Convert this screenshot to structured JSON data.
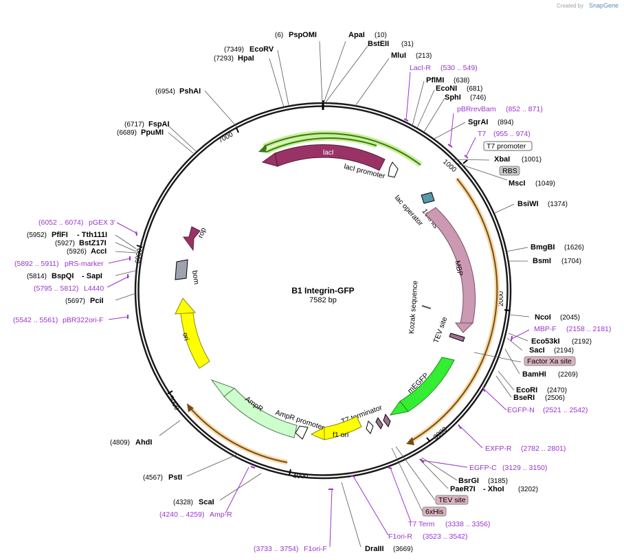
{
  "credit": {
    "created_by": "Created by",
    "logo": "SnapGene"
  },
  "plasmid": {
    "name": "B1 Integrin-GFP",
    "length": "7582 bp",
    "bp": 7582
  },
  "ticks": [
    {
      "bp": 1000,
      "label": "1000"
    },
    {
      "bp": 2000,
      "label": "2000"
    },
    {
      "bp": 3000,
      "label": "3000"
    },
    {
      "bp": 4000,
      "label": "4000"
    },
    {
      "bp": 5000,
      "label": "5000"
    },
    {
      "bp": 6000,
      "label": "6000"
    },
    {
      "bp": 7000,
      "label": "7000"
    }
  ],
  "enzymes_right": [
    {
      "name": "ApaI",
      "pos": "(10)"
    },
    {
      "name": "BstEII",
      "pos": "(31)"
    },
    {
      "name": "MluI",
      "pos": "(213)"
    },
    {
      "name": "PflMI",
      "pos": "(638)"
    },
    {
      "name": "EcoNI",
      "pos": "(681)"
    },
    {
      "name": "SphI",
      "pos": "(746)"
    },
    {
      "name": "SgrAI",
      "pos": "(894)"
    },
    {
      "name": "XbaI",
      "pos": "(1001)"
    },
    {
      "name": "MscI",
      "pos": "(1049)"
    },
    {
      "name": "BsiWI",
      "pos": "(1374)"
    },
    {
      "name": "BmgBI",
      "pos": "(1626)"
    },
    {
      "name": "BsmI",
      "pos": "(1704)"
    },
    {
      "name": "NcoI",
      "pos": "(2045)"
    },
    {
      "name": "Eco53kI",
      "pos": "(2192)"
    },
    {
      "name": "SacI",
      "pos": "(2194)"
    },
    {
      "name": "BamHI",
      "pos": "(2269)"
    },
    {
      "name": "EcoRI",
      "pos": "(2470)"
    },
    {
      "name": "BseRI",
      "pos": "(2506)"
    },
    {
      "name": "BsrGI",
      "pos": "(3185)"
    },
    {
      "name": "PaeR7I",
      "name2": "XhoI",
      "pos": "(3202)"
    },
    {
      "name": "DraIII",
      "pos": "(3669)"
    }
  ],
  "enzymes_left": [
    {
      "name": "PspOMI",
      "pos": "(6)"
    },
    {
      "name": "EcoRV",
      "pos": "(7349)"
    },
    {
      "name": "HpaI",
      "pos": "(7293)"
    },
    {
      "name": "PshAI",
      "pos": "(6954)"
    },
    {
      "name": "FspAI",
      "pos": "(6717)"
    },
    {
      "name": "PpuMI",
      "pos": "(6689)"
    },
    {
      "name": "PflFI",
      "name2": "Tth111I",
      "pos": "(5952)"
    },
    {
      "name": "BstZ17I",
      "pos": "(5927)"
    },
    {
      "name": "AccI",
      "pos": "(5926)"
    },
    {
      "name": "BspQI",
      "name2": "SapI",
      "pos": "(5814)"
    },
    {
      "name": "PciI",
      "pos": "(5697)"
    },
    {
      "name": "AhdI",
      "pos": "(4809)"
    },
    {
      "name": "PstI",
      "pos": "(4567)"
    },
    {
      "name": "ScaI",
      "pos": "(4328)"
    }
  ],
  "primers": [
    {
      "name": "LacI-R",
      "range": "(530 .. 549)"
    },
    {
      "name": "pBRrevBam",
      "range": "(852 .. 871)"
    },
    {
      "name": "T7",
      "range": "(955 .. 974)"
    },
    {
      "name": "MBP-F",
      "range": "(2158 .. 2181)"
    },
    {
      "name": "EGFP-N",
      "range": "(2521 .. 2542)"
    },
    {
      "name": "EXFP-R",
      "range": "(2782 .. 2801)"
    },
    {
      "name": "EGFP-C",
      "range": "(3129 .. 3150)"
    },
    {
      "name": "T7 Term",
      "range": "(3338 .. 3356)"
    },
    {
      "name": "F1ori-R",
      "range": "(3523 .. 3542)"
    },
    {
      "name": "F1ori-F",
      "range": "(3733 .. 3754)"
    },
    {
      "name": "Amp-R",
      "range": "(4240 .. 4259)"
    },
    {
      "name": "pBR322ori-F",
      "range": "(5542 .. 5561)"
    },
    {
      "name": "L4440",
      "range": "(5795 .. 5812)"
    },
    {
      "name": "pRS-marker",
      "range": "(5892 .. 5911)"
    },
    {
      "name": "pGEX 3'",
      "range": "(6052 .. 6074)"
    }
  ],
  "boxed_labels": [
    {
      "name": "T7 promoter"
    },
    {
      "name": "RBS"
    },
    {
      "name": "Factor Xa site"
    },
    {
      "name": "TEV site"
    },
    {
      "name": "6xHis"
    }
  ],
  "features": {
    "lacI": "lacI",
    "lacI_promoter": "lacI promoter",
    "lac_operator": "lac operator",
    "his10": "10xHis",
    "mbp": "MBP",
    "kozak": "Kozak sequence",
    "tev": "TEV site",
    "megfp": "mEGFP",
    "t7_terminator": "T7 terminator",
    "f1_ori": "f1 ori",
    "ampr_promoter": "AmpR promoter",
    "ampr": "AmpR",
    "ori": "ori",
    "bom": "bom",
    "rop": "rop"
  },
  "colors": {
    "lacI": "#993366",
    "mbp": "#cc99b3",
    "megfp": "#33ee33",
    "ori": "#ffff00",
    "ampr": "#ccffcc",
    "primer": "#9933cc",
    "orf_arc": "#e39b2e",
    "lacI_orf": "#5aa020",
    "box_gray": "#c8c8c8",
    "box_pink": "#dbb3c1"
  }
}
